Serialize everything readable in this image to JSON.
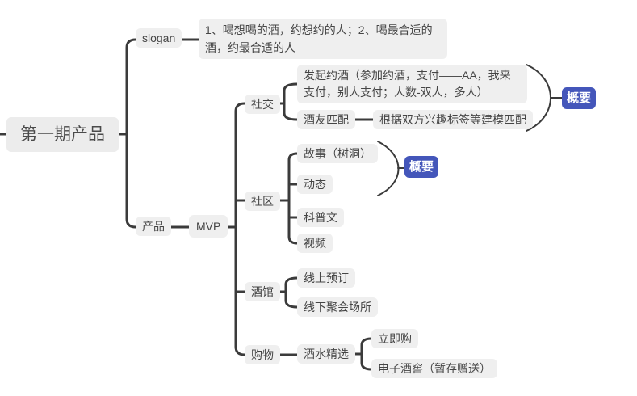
{
  "mindmap": {
    "title": "第一期产品",
    "root": {
      "label": "第一期产品"
    },
    "branches": {
      "slogan": {
        "label": "slogan",
        "note": "1、喝想喝的酒，约想约的人；2、喝最合适的酒，约最合适的人"
      },
      "product": {
        "label": "产品",
        "mvp": {
          "label": "MVP",
          "children": {
            "social": {
              "label": "社交",
              "children": [
                {
                  "label": "发起约酒（参加约酒，支付——AA，我来支付，别人支付；人数-双人，多人）"
                },
                {
                  "label": "酒友匹配",
                  "note": "根据双方兴趣标签等建模匹配"
                }
              ],
              "summary": {
                "label": "概要"
              }
            },
            "community": {
              "label": "社区",
              "children": [
                {
                  "label": "故事（树洞）"
                },
                {
                  "label": "动态"
                },
                {
                  "label": "科普文"
                },
                {
                  "label": "视频"
                }
              ],
              "summary": {
                "label": "概要"
              }
            },
            "tavern": {
              "label": "酒馆",
              "children": [
                {
                  "label": "线上预订"
                },
                {
                  "label": "线下聚会场所"
                }
              ]
            },
            "shopping": {
              "label": "购物",
              "children": [
                {
                  "label": "酒水精选",
                  "children": [
                    {
                      "label": "立即购"
                    },
                    {
                      "label": "电子酒窖（暂存赠送）"
                    }
                  ]
                }
              ]
            }
          }
        }
      }
    },
    "colors": {
      "summary_badge_bg": "#4456ba",
      "summary_badge_text": "#ffffff",
      "node_bg": "#efefef",
      "connector": "#3b3b3b",
      "text": "#454545"
    }
  }
}
